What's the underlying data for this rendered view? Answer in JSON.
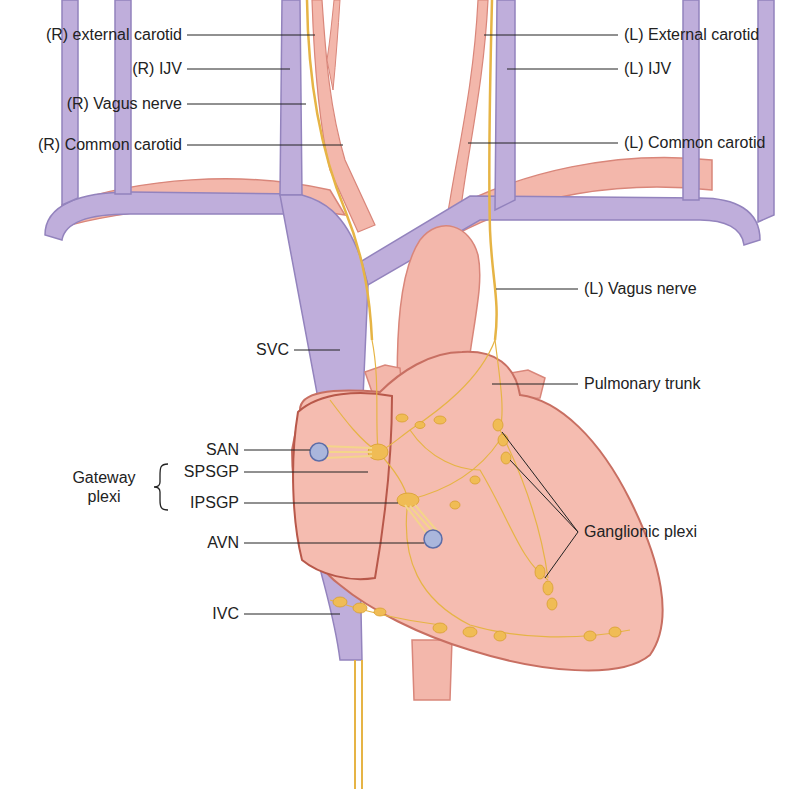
{
  "diagram": {
    "labels": [
      "(R) external carotid",
      "(R) IJV",
      "(R) Vagus nerve",
      "(R) Common carotid",
      "SVC",
      "SAN",
      "Gateway plexi",
      "SPSGP",
      "IPSGP",
      "AVN",
      "IVC",
      "(L) External carotid",
      "(L) IJV",
      "(L) Common carotid",
      "(L) Vagus nerve",
      "Pulmonary trunk",
      "Ganglionic plexi"
    ]
  }
}
